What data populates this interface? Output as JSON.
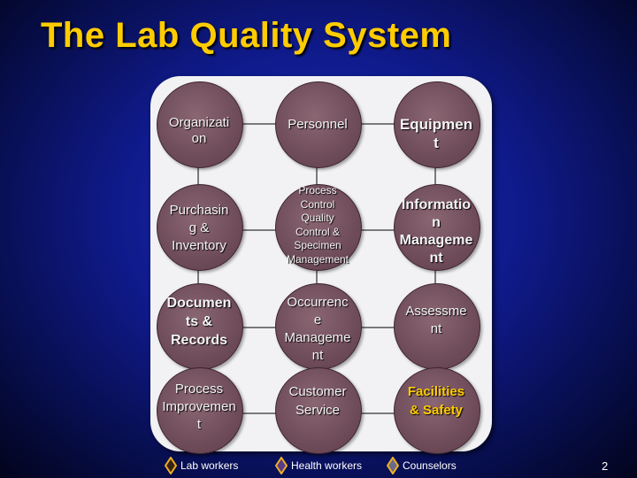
{
  "title": "The Lab Quality System",
  "page_number": "2",
  "circle_color": "#6f4c5a",
  "panel_color": "#f2f2f4",
  "accent_yellow": "#ffcc00",
  "rows": [
    [
      "Organizati\non",
      "Personnel",
      "Equipmen\nt"
    ],
    [
      "Purchasin\ng &\nInventory",
      "Process\nControl\nQuality\nControl &\nSpecimen\nManagement",
      "Informatio\nn\nManageme\nnt"
    ],
    [
      "Documen\nts &\nRecords",
      "Occurrenc\ne\nManageme\nnt",
      "Assessme\nnt"
    ],
    [
      "Process\nImprovemen\nt",
      "Customer\nService",
      "Facilities\n& Safety"
    ]
  ],
  "legend": [
    {
      "label": "Lab workers",
      "color": "#f0b020",
      "icon": "diamond-icon"
    },
    {
      "label": "Health workers",
      "color": "#f0b020",
      "icon": "diamond-icon"
    },
    {
      "label": "Counselors",
      "color": "#f0b020",
      "icon": "diamond-icon"
    }
  ]
}
